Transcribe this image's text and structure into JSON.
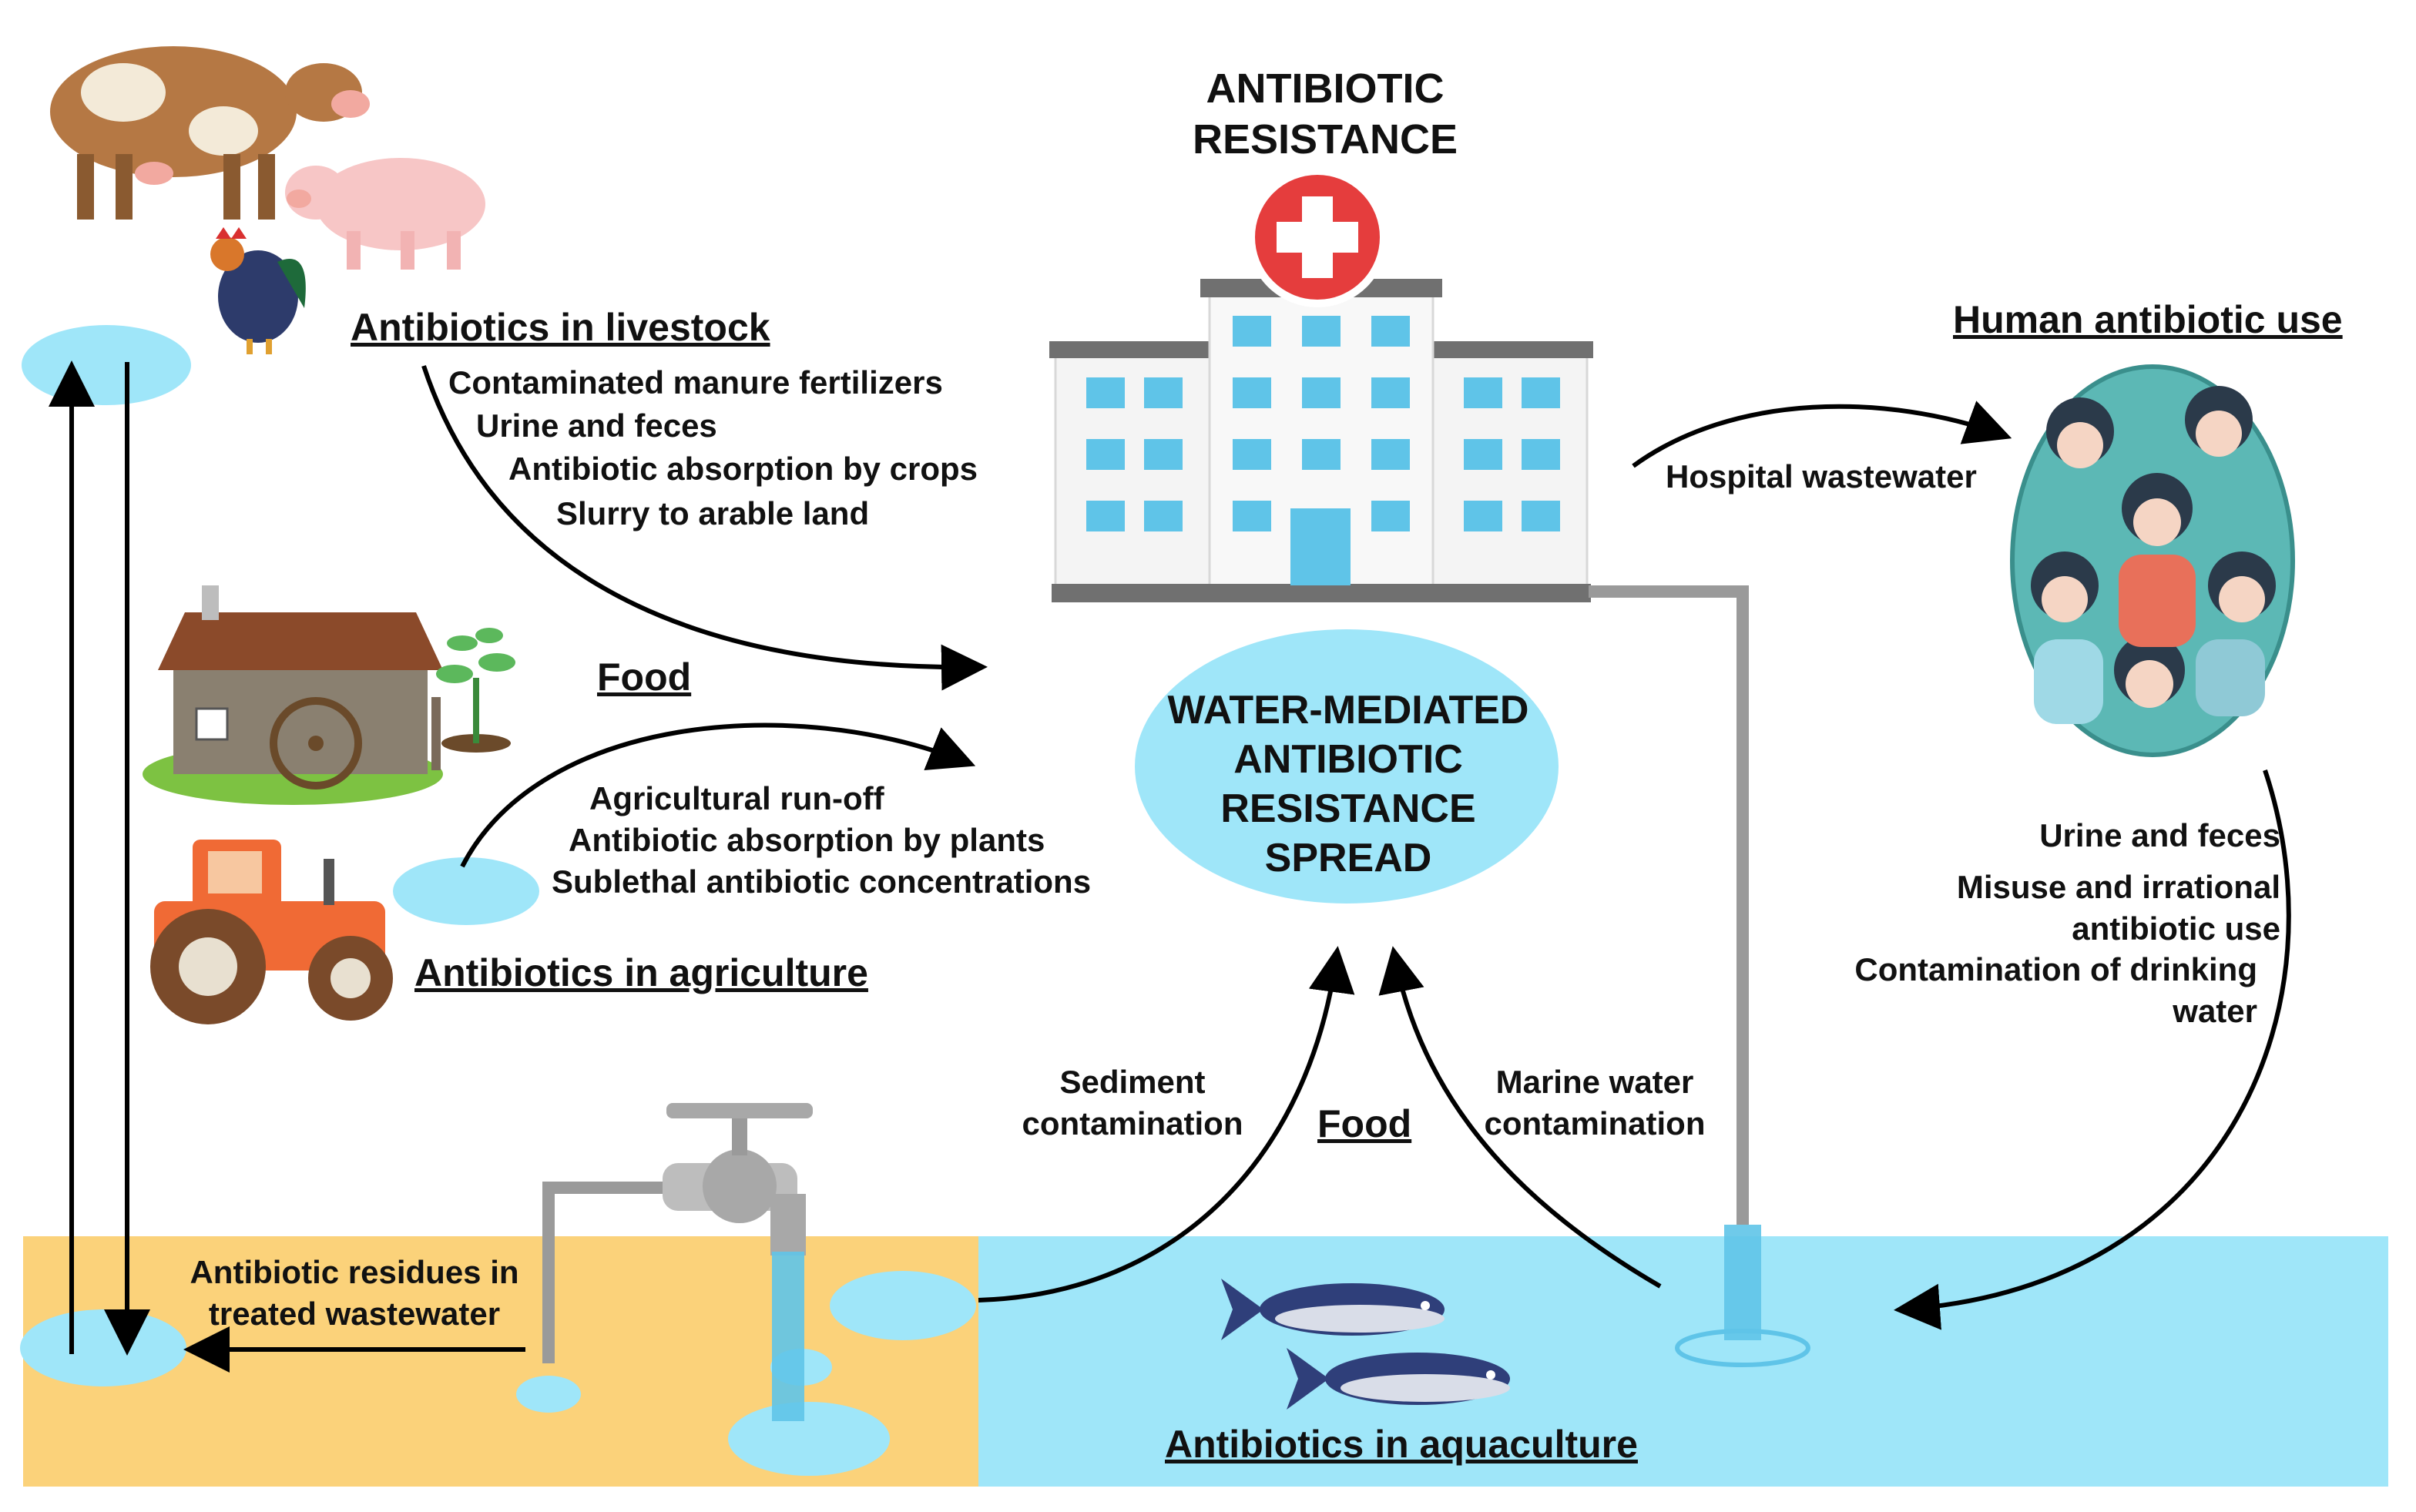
{
  "title": [
    "ANTIBIOTIC",
    "RESISTANCE"
  ],
  "center": [
    "WATER-MEDIATED",
    "ANTIBIOTIC",
    "RESISTANCE",
    "SPREAD"
  ],
  "livestock": {
    "heading": "Antibiotics in livestock",
    "items": [
      "Contaminated manure fertilizers",
      "Urine and feces",
      "Antibiotic absorption by crops",
      "Slurry to arable land"
    ]
  },
  "food_top": "Food",
  "agriculture": {
    "heading": "Antibiotics in agriculture",
    "items": [
      "Agricultural run-off",
      "Antibiotic absorption by plants",
      "Sublethal antibiotic concentrations"
    ]
  },
  "human": {
    "heading": "Human antibiotic use",
    "hospital_wastewater": "Hospital wastewater",
    "items": [
      "Urine and feces",
      "Misuse and irrational",
      "antibiotic use",
      "Contamination of drinking",
      "water"
    ]
  },
  "sediment": [
    "Sediment",
    "contamination"
  ],
  "food_bottom": "Food",
  "marine": [
    "Marine water",
    "contamination"
  ],
  "residues": [
    "Antibiotic residues in",
    "treated wastewater"
  ],
  "aquaculture": {
    "heading": "Antibiotics in aquaculture"
  },
  "colors": {
    "water": "#9fe6f9",
    "sand": "#fbd27a",
    "pipe": "#9a9a9a",
    "hospital_red": "#e53d3d"
  }
}
